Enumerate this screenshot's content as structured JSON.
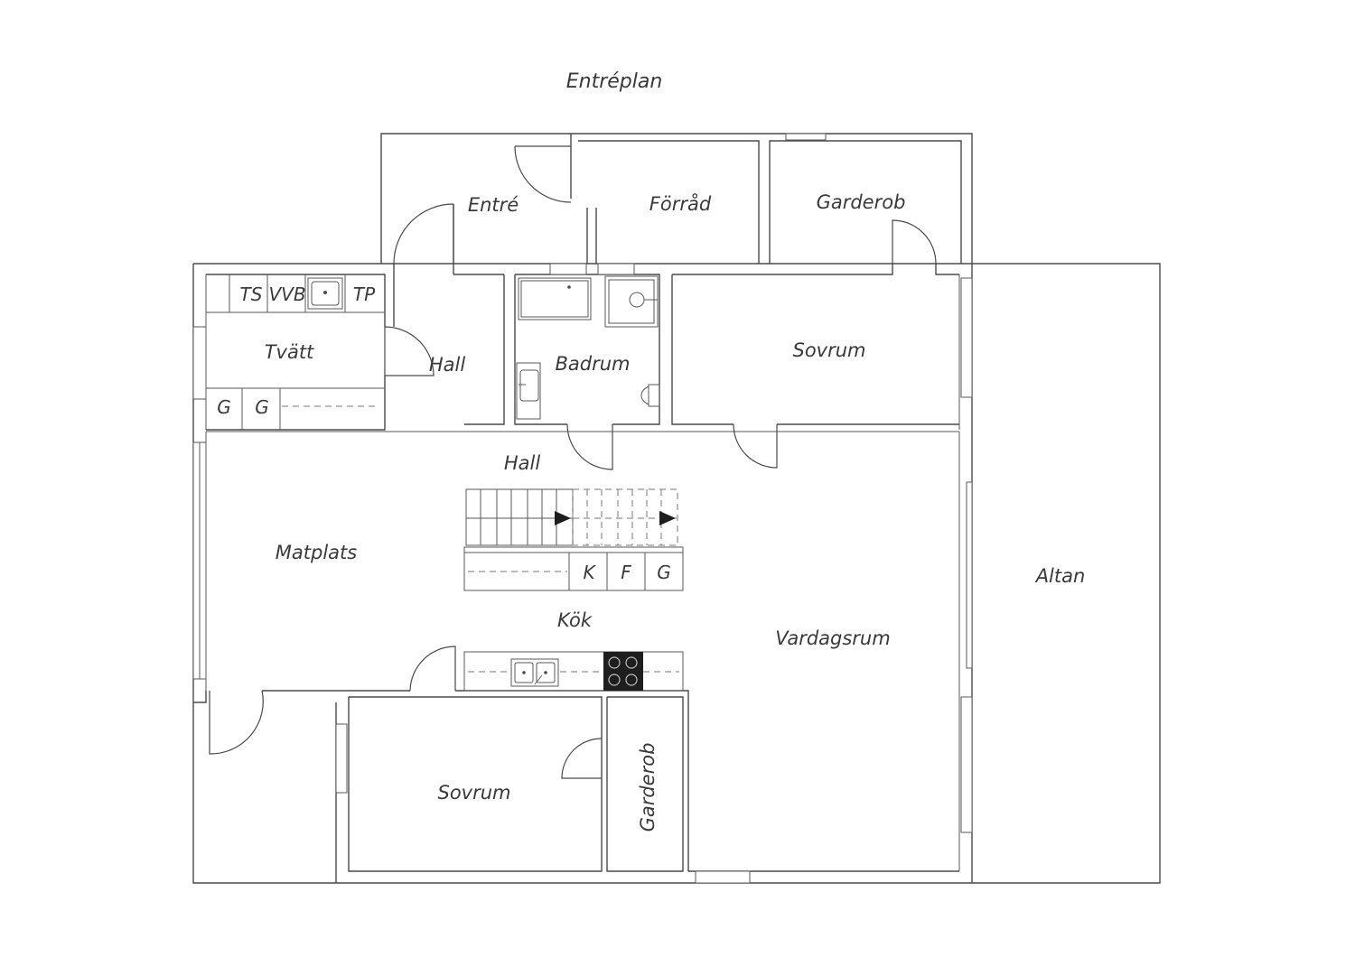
{
  "title": "Entréplan",
  "rooms": {
    "entre": "Entré",
    "forrad": "Förråd",
    "garderob_top": "Garderob",
    "tvatt": "Tvätt",
    "hall_upper": "Hall",
    "badrum": "Badrum",
    "sovrum_upper": "Sovrum",
    "hall_lower": "Hall",
    "matplats": "Matplats",
    "kok": "Kök",
    "vardagsrum": "Vardagsrum",
    "altan": "Altan",
    "sovrum_lower": "Sovrum",
    "garderob_lower": "Garderob"
  },
  "fixtures": {
    "ts": "TS",
    "vvb": "VVB",
    "tp": "TP",
    "g1": "G",
    "g2": "G",
    "k": "K",
    "f": "F",
    "g3": "G"
  },
  "colors": {
    "wall": "#4a4a4a",
    "text": "#3a3a3a",
    "hob": "#1e1e1e"
  }
}
